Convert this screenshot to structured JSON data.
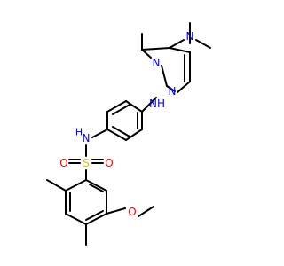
{
  "colors": {
    "bond": "#000000",
    "N": "#0000ff",
    "S": "#cccc00",
    "O": "#ff0000"
  },
  "labels": {
    "n_dimethyl": "N",
    "n_ring_top": "N",
    "n_ring_bottom": "N",
    "nh_amine": "NH",
    "nh_sulfonamide": "N",
    "h_sulfonamide": "H",
    "s_sulfonyl": "S",
    "o_sulfonyl_left": "O",
    "o_sulfonyl_right": "O",
    "o_methoxy": "O"
  }
}
